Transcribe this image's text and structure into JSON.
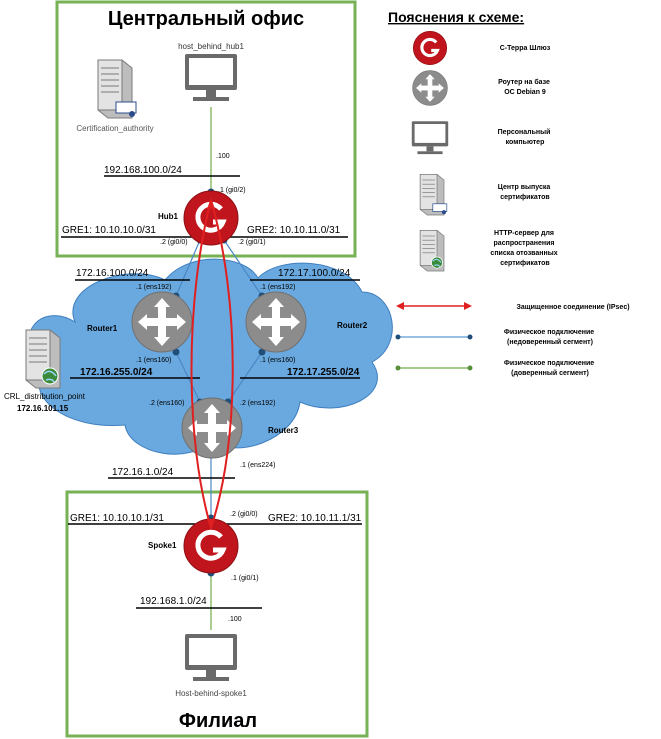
{
  "offices": {
    "central": "Центральный офис",
    "branch": "Филиал"
  },
  "legend": {
    "title": "Пояснения к схеме:",
    "items": [
      {
        "icon": "gateway-icon",
        "lines": [
          "С-Терра Шлюз"
        ]
      },
      {
        "icon": "router-icon",
        "lines": [
          "Роутер на базе",
          "ОС Debian 9"
        ]
      },
      {
        "icon": "pc-icon",
        "lines": [
          "Персональный",
          "компьютер"
        ]
      },
      {
        "icon": "ca-server-icon",
        "lines": [
          "Центр выпуска",
          "сертификатов"
        ]
      },
      {
        "icon": "http-server-icon",
        "lines": [
          "HTTP-сервер для",
          "распространения",
          "списка отозванных",
          "сертификатов"
        ]
      },
      {
        "icon": "ipsec-line",
        "lines": [
          "Защищенное соединение (IPsec)"
        ]
      },
      {
        "icon": "untrusted-line",
        "lines": [
          "Физическое подключение",
          "(недоверенный сегмент)"
        ]
      },
      {
        "icon": "trusted-line",
        "lines": [
          "Физическое подключение",
          "(доверенный сегмент)"
        ]
      }
    ]
  },
  "devices": {
    "host_hub": "host_behind_hub1",
    "ca": "Certification_authority",
    "hub": "Hub1",
    "router1": "Router1",
    "router2": "Router2",
    "router3": "Router3",
    "spoke": "Spoke1",
    "host_spoke": "Host-behind-spoke1",
    "crl": "CRL_distribution_point",
    "crl_ip": "172.16.101.15"
  },
  "networks": {
    "hub_lan": "192.168.100.0/24",
    "gre1_hub": "GRE1: 10.10.10.0/31",
    "gre2_hub": "GRE2: 10.10.11.0/31",
    "net_r1": "172.16.100.0/24",
    "net_r2": "172.17.100.0/24",
    "net_r1_r3": "172.16.255.0/24",
    "net_r2_r3": "172.17.255.0/24",
    "net_r3_spoke": "172.16.1.0/24",
    "gre1_spoke": "GRE1: 10.10.10.1/31",
    "gre2_spoke": "GRE2: 10.10.11.1/31",
    "spoke_lan": "192.168.1.0/24"
  },
  "ports": {
    "host_hub": ".100",
    "hub_gi02": ".1 (gi0/2)",
    "hub_gi00": ".2 (gi0/0)",
    "hub_gi01": ".2 (gi0/1)",
    "r1_ens192": ".1 (ens192)",
    "r2_ens192": ".1 (ens192)",
    "r1_ens160": ".1 (ens160)",
    "r2_ens160": ".1 (ens160)",
    "r3_ens160": ".2 (ens160)",
    "r3_ens192": ".2 (ens192)",
    "r3_ens224": ".1 (ens224)",
    "spoke_gi00": ".2 (gi0/0)",
    "spoke_gi01": ".1 (gi0/1)",
    "host_spoke": ".100"
  },
  "colors": {
    "frame": "#77b255",
    "cloud": "#6aa9df",
    "cloud_edge": "#3f7fbf",
    "gateway": "#c0151c",
    "router": "#8a8a8a",
    "ipsec": "#e02020",
    "untrusted": "#5b9bd5",
    "trusted": "#70ad47"
  }
}
